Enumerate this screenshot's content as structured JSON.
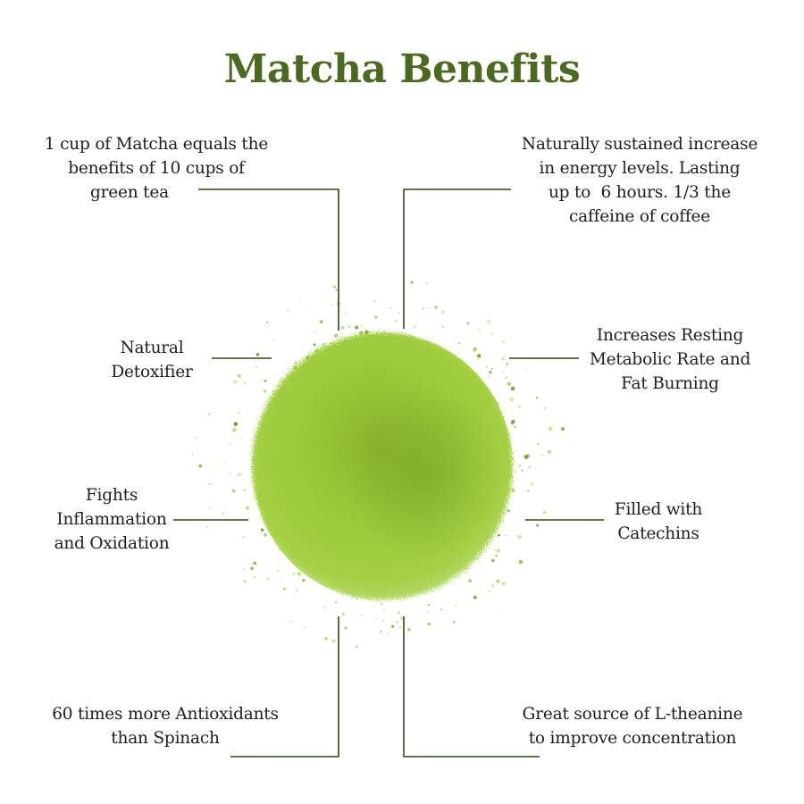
{
  "title": "Matcha Benefits",
  "accent_color": "#4a6b1f",
  "line_color": "#36451c",
  "powder_colors": [
    "#9ccb3c",
    "#8cc030",
    "#6f9a22",
    "#b5dc5b"
  ],
  "benefits": [
    {
      "id": "top-left",
      "lines": [
        "1 cup of Matcha equals the",
        "benefits of 10 cups of",
        "green tea"
      ]
    },
    {
      "id": "top-right",
      "lines": [
        "Naturally sustained increase",
        "in energy levels. Lasting",
        "up to  6 hours. 1/3 the",
        "caffeine of coffee"
      ]
    },
    {
      "id": "mid-left",
      "lines": [
        "Natural",
        "Detoxifier"
      ]
    },
    {
      "id": "mid-right",
      "lines": [
        "Increases Resting",
        "Metabolic Rate and",
        "Fat Burning"
      ]
    },
    {
      "id": "lower-left",
      "lines": [
        "Fights",
        "Inflammation",
        "and Oxidation"
      ]
    },
    {
      "id": "lower-right",
      "lines": [
        "Filled with",
        "Catechins"
      ]
    },
    {
      "id": "bottom-left",
      "lines": [
        "60 times more Antioxidants",
        "than Spinach"
      ]
    },
    {
      "id": "bottom-right",
      "lines": [
        "Great source of L-theanine",
        "to improve concentration"
      ]
    }
  ]
}
